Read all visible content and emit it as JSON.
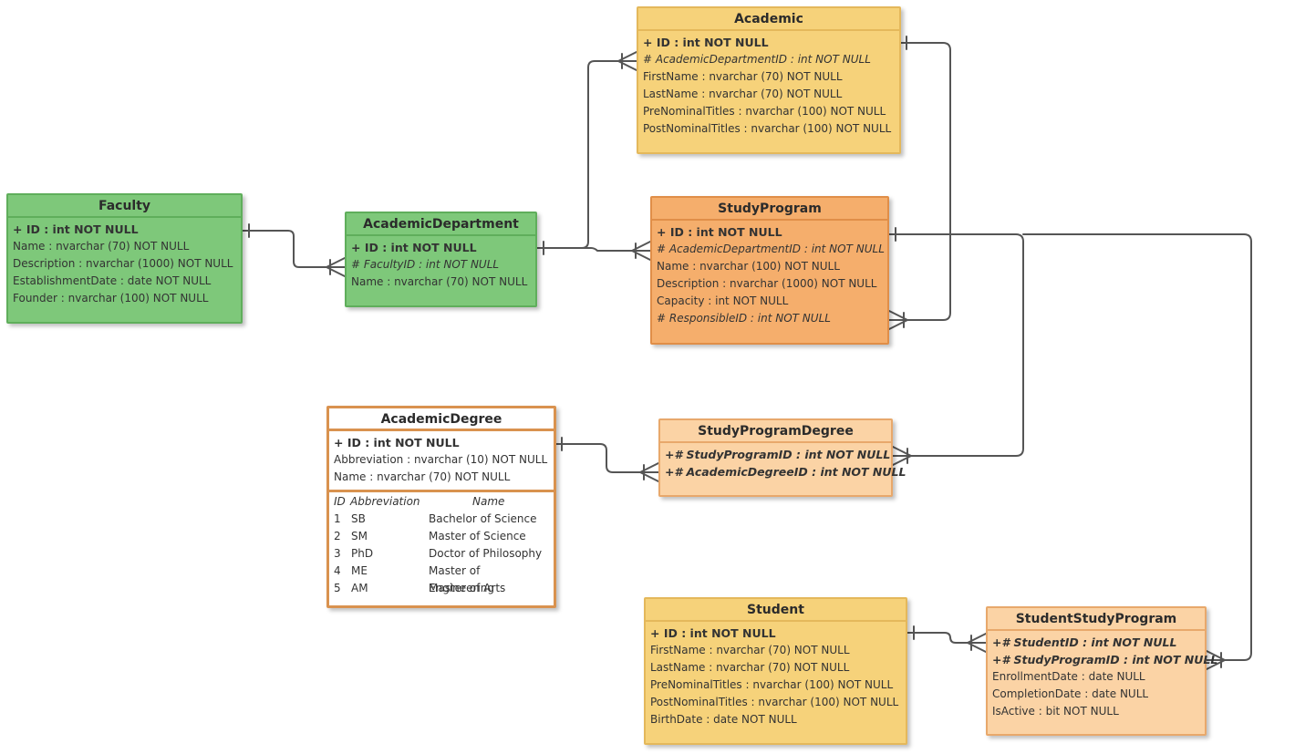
{
  "entities": {
    "academic": {
      "title": "Academic",
      "rows": [
        "+ ID : int NOT NULL",
        "# AcademicDepartmentID : int NOT NULL",
        "FirstName : nvarchar (70)  NOT NULL",
        "LastName : nvarchar (70)  NOT NULL",
        "PreNominalTitles : nvarchar (100)  NOT NULL",
        "PostNominalTitles : nvarchar (100)  NOT NULL"
      ]
    },
    "faculty": {
      "title": "Faculty",
      "rows": [
        "+ ID : int NOT NULL",
        "Name : nvarchar (70)  NOT NULL",
        "Description : nvarchar (1000)  NOT NULL",
        "EstablishmentDate : date NOT NULL",
        "Founder : nvarchar (100)  NOT NULL"
      ]
    },
    "academic_department": {
      "title": "AcademicDepartment",
      "rows": [
        "+ ID : int NOT NULL",
        "# FacultyID : int NOT NULL",
        "Name : nvarchar (70)  NOT NULL"
      ]
    },
    "study_program": {
      "title": "StudyProgram",
      "rows": [
        "+ ID : int NOT NULL",
        "# AcademicDepartmentID : int NOT NULL",
        "Name : nvarchar (100)  NOT NULL",
        "Description : nvarchar (1000)  NOT NULL",
        "Capacity : int NOT NULL",
        "# ResponsibleID : int NOT NULL"
      ]
    },
    "academic_degree": {
      "title": "AcademicDegree",
      "rows": [
        "+ ID : int NOT NULL",
        "Abbreviation : nvarchar (10)  NOT NULL",
        "Name : nvarchar (70)  NOT NULL"
      ],
      "data_header": [
        "ID",
        "Abbreviation",
        "Name"
      ],
      "data_rows": [
        [
          "1",
          "SB",
          "Bachelor of Science"
        ],
        [
          "2",
          "SM",
          "Master of Science"
        ],
        [
          "3",
          "PhD",
          "Doctor of Philosophy"
        ],
        [
          "4",
          "ME",
          "Master of Engineering"
        ],
        [
          "5",
          "AM",
          "Master of Arts"
        ]
      ]
    },
    "study_program_degree": {
      "title": "StudyProgramDegree",
      "rows": [
        "+# StudyProgramID : int NOT NULL",
        "+# AcademicDegreeID : int NOT NULL"
      ]
    },
    "student": {
      "title": "Student",
      "rows": [
        "+ ID : int NOT NULL",
        "FirstName : nvarchar (70)  NOT NULL",
        "LastName : nvarchar (70)  NOT NULL",
        "PreNominalTitles : nvarchar (100)  NOT NULL",
        "PostNominalTitles : nvarchar (100)  NOT NULL",
        "BirthDate : date NOT NULL"
      ]
    },
    "student_study_program": {
      "title": "StudentStudyProgram",
      "rows": [
        "+# StudentID : int NOT NULL",
        "+# StudyProgramID : int NOT NULL",
        "EnrollmentDate : date NULL",
        "CompletionDate : date NULL",
        "IsActive : bit NOT NULL"
      ]
    }
  },
  "colors": {
    "green": "#7ec87a",
    "yellow": "#f6d27a",
    "orange": "#f5ae6c",
    "peach": "#fbd3a5",
    "line": "#555555"
  }
}
